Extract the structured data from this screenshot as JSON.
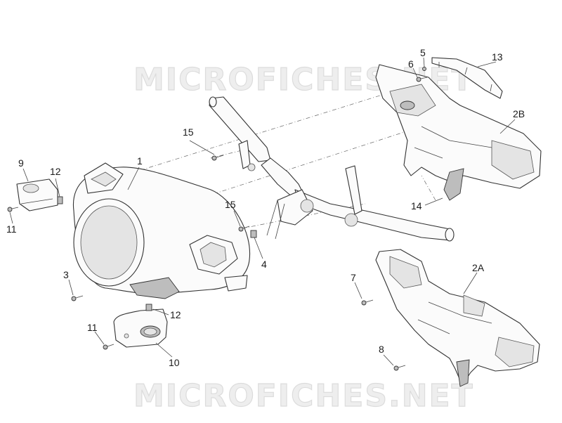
{
  "watermark": {
    "top": "MICROFICHES.NET",
    "bottom": "MICROFICHES.NET"
  },
  "callouts": {
    "c1": "1",
    "c2A": "2A",
    "c2B": "2B",
    "c3": "3",
    "c4": "4",
    "c5": "5",
    "c6": "6",
    "c7": "7",
    "c8": "8",
    "c9": "9",
    "c10": "10",
    "c11a": "11",
    "c11b": "11",
    "c12a": "12",
    "c12b": "12",
    "c13": "13",
    "c14": "14",
    "c15a": "15",
    "c15b": "15"
  }
}
